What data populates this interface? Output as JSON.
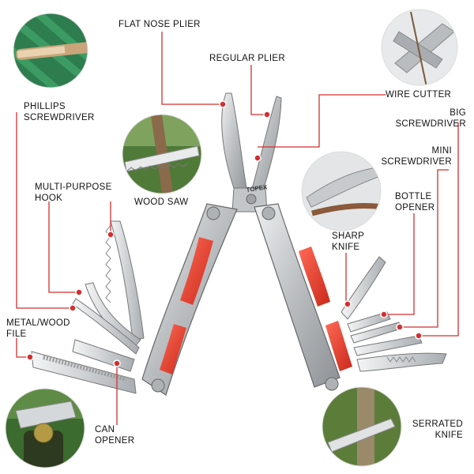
{
  "labels": {
    "flat_nose_plier": "FLAT NOSE PLIER",
    "regular_plier": "REGULAR PLIER",
    "wire_cutter": "WIRE CUTTER",
    "big_screwdriver_1": "BIG",
    "big_screwdriver_2": "SCREWDRIVER",
    "mini_screwdriver_1": "MINI",
    "mini_screwdriver_2": "SCREWDRIVER",
    "bottle_opener_1": "BOTTLE",
    "bottle_opener_2": "OPENER",
    "sharp_knife_1": "SHARP",
    "sharp_knife_2": "KNIFE",
    "serrated_knife_1": "SERRATED",
    "serrated_knife_2": "KNIFE",
    "phillips_1": "PHILLIPS",
    "phillips_2": "SCREWDRIVER",
    "hook_1": "MULTI-PURPOSE",
    "hook_2": "HOOK",
    "wood_saw": "WOOD SAW",
    "file_1": "METAL/WOOD",
    "file_2": "FILE",
    "can_opener_1": "CAN",
    "can_opener_2": "OPENER"
  },
  "brand": "TOPEX",
  "colors": {
    "accent": "#e53a2b",
    "leader": "#d32f2f",
    "steel": "#c9cbcd",
    "steel_dark": "#7b7f84"
  },
  "icons": [
    "multitool-illustration",
    "phillips-detail-icon",
    "wire-cutter-detail-icon",
    "wood-saw-detail-icon",
    "sharp-knife-detail-icon",
    "can-opener-detail-icon",
    "serrated-knife-detail-icon"
  ]
}
